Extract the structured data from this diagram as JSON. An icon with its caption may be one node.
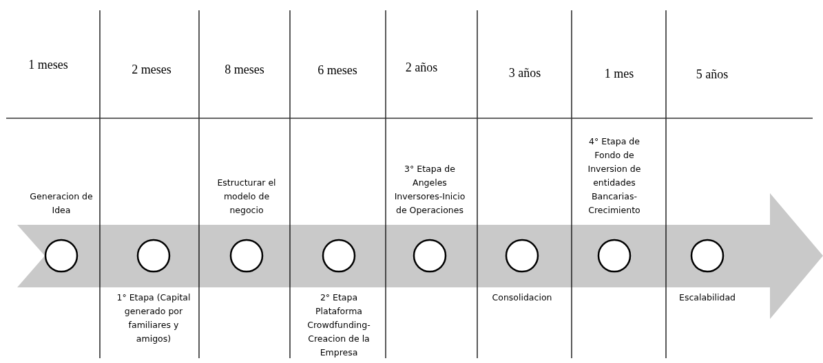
{
  "diagram": {
    "nodes": [
      {
        "text": [
          "Generacion de Idea"
        ]
      },
      {
        "text": [
          "1° Etapa (Capital generado por familiares y amigos)"
        ]
      },
      {
        "text": [
          "Estructurar el modelo de negocio"
        ]
      },
      {
        "text": [
          "2° Etapa Plataforma Crowdfunding-Creacion de la Empresa"
        ]
      },
      {
        "text": [
          "3° Etapa de Angeles Inversores-Inicio de Operaciones"
        ]
      },
      {
        "text": [
          "Consolidacion"
        ]
      },
      {
        "text": [
          "4° Etapa de Fondo de Inversion de entidades Bancarias-Crecimiento"
        ]
      },
      {
        "text": [
          "Escalabilidad"
        ]
      }
    ],
    "labels": [
      "1 meses",
      "2 meses",
      "8 meses",
      "6 meses",
      "2 años",
      "3 años",
      "1 mes",
      "5 años"
    ]
  }
}
